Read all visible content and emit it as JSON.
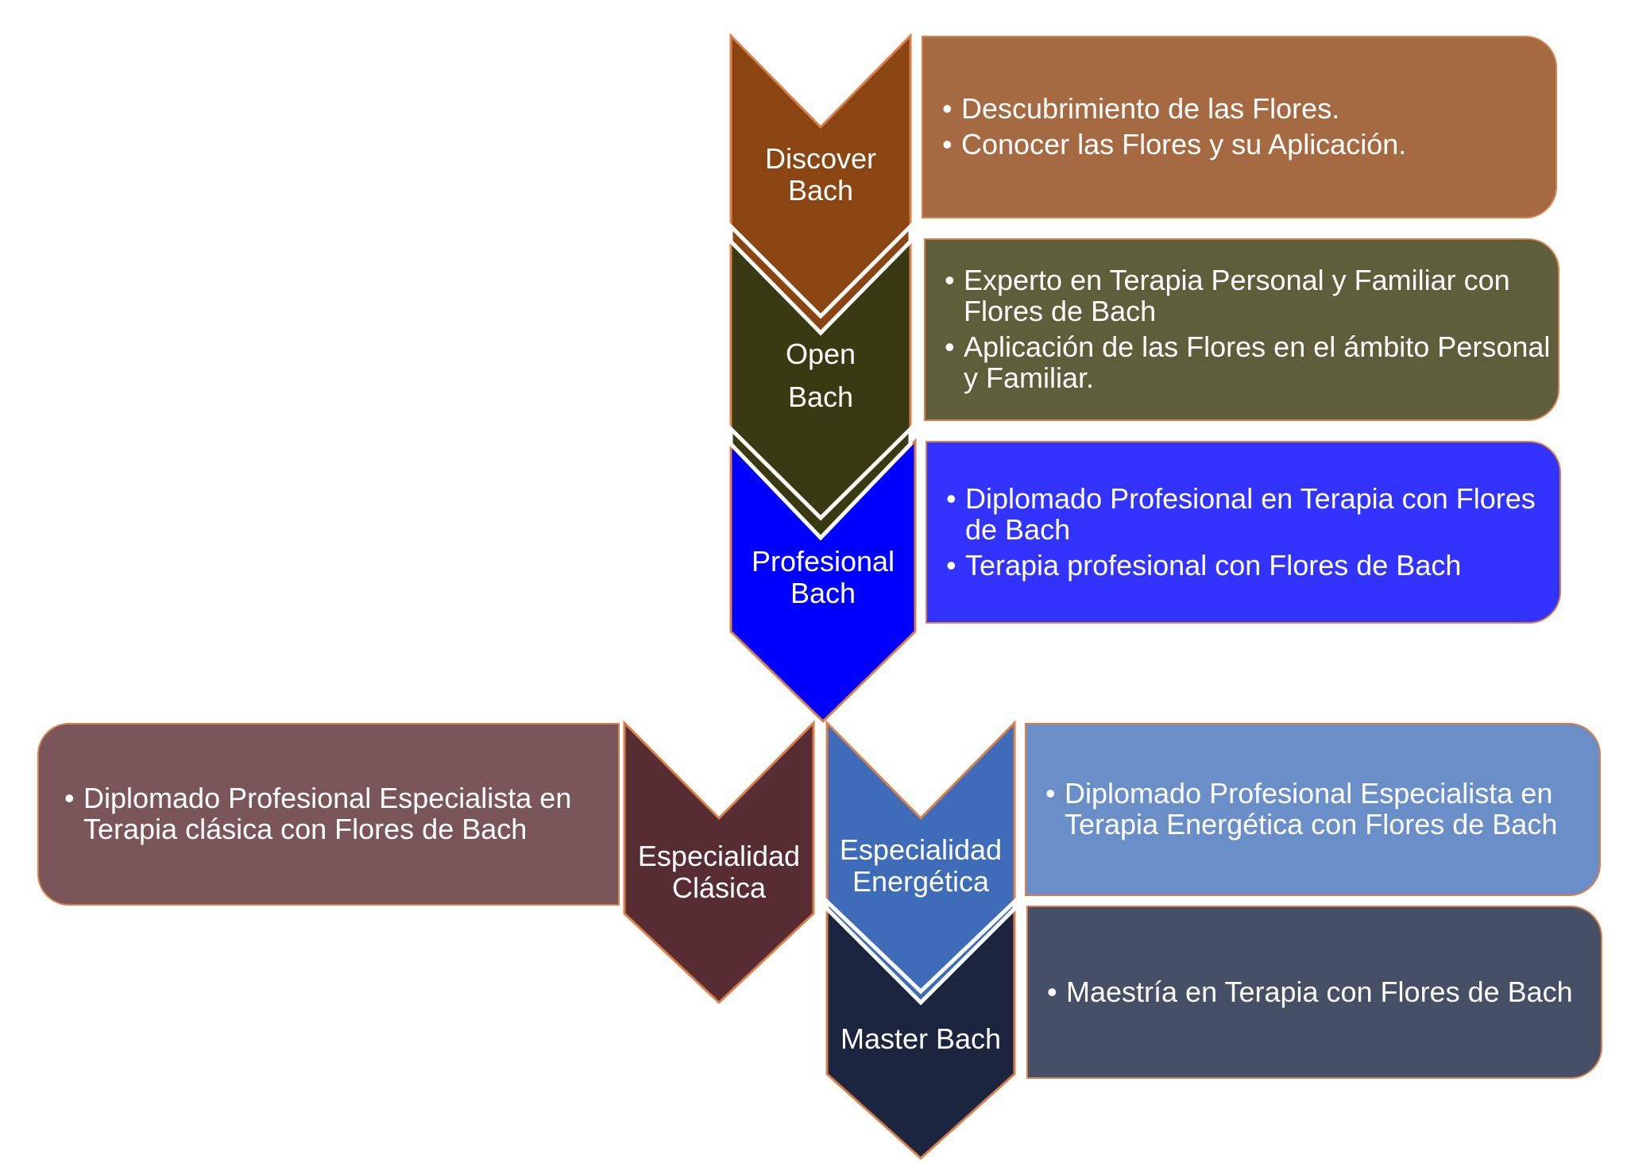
{
  "steps": [
    {
      "label_lines": [
        "Discover",
        "Bach"
      ],
      "color": "#8B4513",
      "box_color": "#A66A42",
      "items": [
        "Descubrimiento de las Flores.",
        "Conocer las Flores y su Aplicación."
      ]
    },
    {
      "label_lines": [
        "Open",
        "Bach"
      ],
      "color": "#3A3A12",
      "box_color": "#5E5E3A",
      "items": [
        "Experto en Terapia Personal y Familiar con Flores de Bach",
        "Aplicación de las Flores en el ámbito Personal y Familiar."
      ]
    },
    {
      "label_lines": [
        "Profesional",
        "Bach"
      ],
      "color": "#0000FF",
      "box_color": "#3333FF",
      "items": [
        "Diplomado Profesional en Terapia con Flores de Bach",
        "Terapia profesional con Flores de Bach"
      ]
    },
    {
      "label_lines": [
        "Especialidad",
        "Clásica"
      ],
      "color": "#572C33",
      "box_color": "#7A565A",
      "items": [
        "Diplomado Profesional Especialista en Terapia clásica con Flores de Bach"
      ]
    },
    {
      "label_lines": [
        "Especialidad",
        "Energética"
      ],
      "color": "#3F6CB8",
      "box_color": "#6A8EC8",
      "items": [
        "Diplomado Profesional Especialista en Terapia Energética con Flores de Bach"
      ]
    },
    {
      "label_lines": [
        "Master Bach"
      ],
      "color": "#1B253F",
      "box_color": "#454F66",
      "items": [
        "Maestría en Terapia con Flores de Bach"
      ]
    }
  ]
}
